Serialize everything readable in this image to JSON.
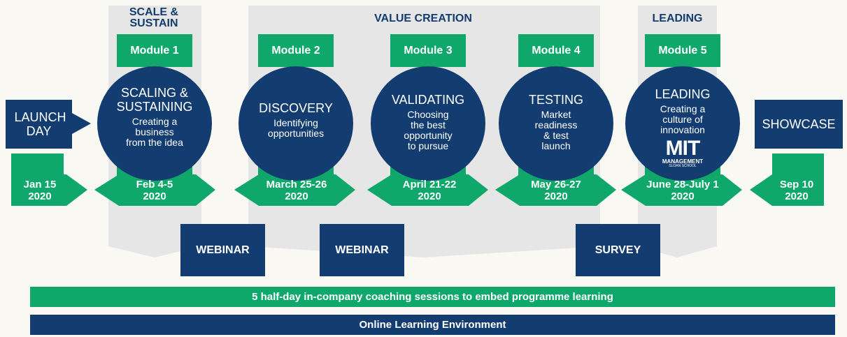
{
  "bands": [
    {
      "title": "SCALE & SUSTAIN"
    },
    {
      "title": "VALUE CREATION"
    },
    {
      "title": "LEADING"
    }
  ],
  "launch": {
    "label": "LAUNCH DAY",
    "date_line1": "Jan 15",
    "date_line2": "2020"
  },
  "modules": [
    {
      "label": "Module 1",
      "title": "SCALING & SUSTAINING",
      "subtitle": "Creating a business from the idea",
      "date_line1": "Feb 4-5",
      "date_line2": "2020"
    },
    {
      "label": "Module 2",
      "title": "DISCOVERY",
      "subtitle": "Identifying opportunities",
      "date_line1": "March 25-26",
      "date_line2": "2020"
    },
    {
      "label": "Module 3",
      "title": "VALIDATING",
      "subtitle": "Choosing the best opportunity to pursue",
      "date_line1": "April 21-22",
      "date_line2": "2020"
    },
    {
      "label": "Module 4",
      "title": "TESTING",
      "subtitle": "Market readiness & test launch",
      "date_line1": "May 26-27",
      "date_line2": "2020"
    },
    {
      "label": "Module 5",
      "title": "LEADING",
      "subtitle": "Creating a culture of innovation",
      "date_line1": "June 28-July 1",
      "date_line2": "2020",
      "logo_text": "MIT",
      "logo_sub1": "MANAGEMENT",
      "logo_sub2": "SLOAN SCHOOL"
    }
  ],
  "showcase": {
    "label": "SHOWCASE",
    "date_line1": "Sep 10",
    "date_line2": "2020"
  },
  "events": [
    {
      "label": "WEBINAR"
    },
    {
      "label": "WEBINAR"
    },
    {
      "label": "SURVEY"
    }
  ],
  "bars": {
    "coaching": "5 half-day in-company coaching sessions to embed programme learning",
    "online": "Online Learning Environment"
  },
  "colors": {
    "navy": "#133d70",
    "green": "#10a86a",
    "band": "#e6e6e6",
    "background": "#faf8f2"
  }
}
